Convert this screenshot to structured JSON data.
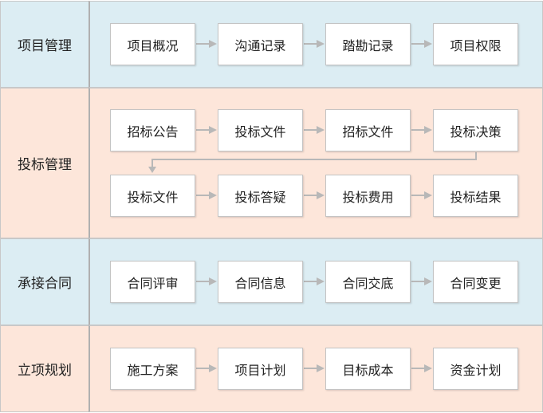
{
  "sections": [
    {
      "label": "项目管理",
      "rows": [
        [
          "项目概况",
          "沟通记录",
          "踏勘记录",
          "项目权限"
        ]
      ]
    },
    {
      "label": "投标管理",
      "rows": [
        [
          "招标公告",
          "投标文件",
          "招标文件",
          "投标决策"
        ],
        [
          "投标文件",
          "投标答疑",
          "投标费用",
          "投标结果"
        ]
      ]
    },
    {
      "label": "承接合同",
      "rows": [
        [
          "合同评审",
          "合同信息",
          "合同交底",
          "合同变更"
        ]
      ]
    },
    {
      "label": "立项规划",
      "rows": [
        [
          "施工方案",
          "项目计划",
          "目标成本",
          "资金计划"
        ]
      ]
    }
  ],
  "colors": {
    "blue_band": "#dcedf3",
    "peach_band": "#fde6da",
    "arrow": "#b8b8b8",
    "border": "#c8c8c8"
  }
}
